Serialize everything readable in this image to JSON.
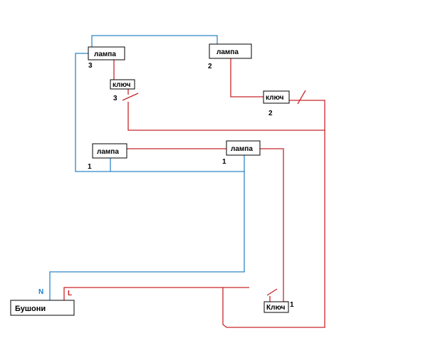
{
  "colors": {
    "neutral": "#2f86c8",
    "line": "#c8262a",
    "text": "#000000"
  },
  "lamps": {
    "lamp3": {
      "label": "лампа",
      "number": "3"
    },
    "lamp2": {
      "label": "лампа",
      "number": "2"
    },
    "lamp1a": {
      "label": "лампа",
      "number": "1"
    },
    "lamp1b": {
      "label": "лампа",
      "number": "1"
    }
  },
  "switches": {
    "switch3": {
      "label": "ключ",
      "number": "3"
    },
    "switch2": {
      "label": "ключ",
      "number": "2"
    },
    "switch1": {
      "label": "Ключ",
      "number": "1"
    }
  },
  "fuse": {
    "label": "Бушони",
    "neutral_mark": "N",
    "line_mark": "L"
  }
}
